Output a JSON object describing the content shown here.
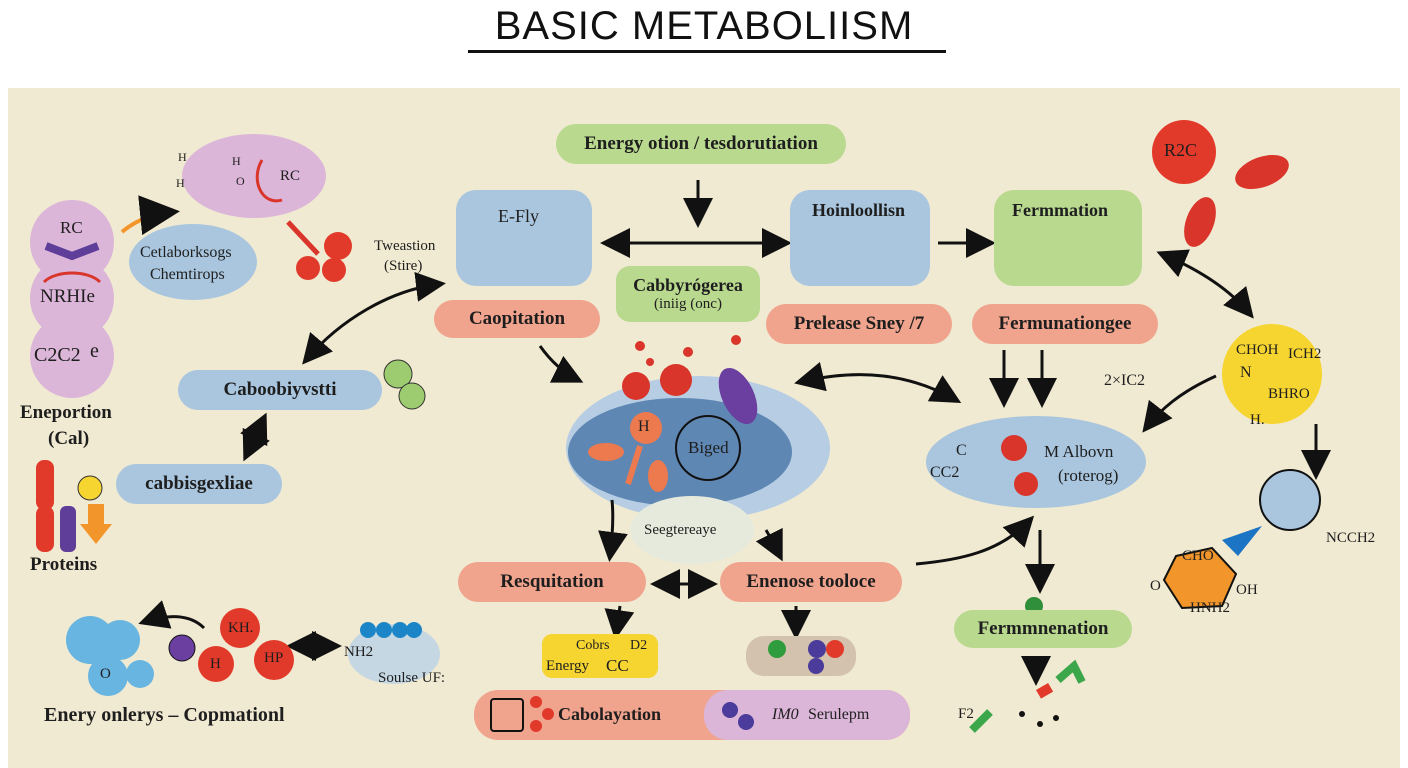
{
  "title": "BASIC  METABOLIISM",
  "nodes": {
    "energy_top": "Energy otion / tesdorutiation",
    "e_fly": "E-Fly",
    "hoinloollisn": "Hoinloollisn",
    "fermmation": "Fermmation",
    "cabbyrogera_line1": "Cabbyrógerea",
    "cabbyrogera_line2": "(iniig (onc)",
    "caopitation": "Caopitation",
    "prelease": "Prelease  Sney /7",
    "fermunationgee": "Fermunationgee",
    "tweastion_line1": "Tweastion",
    "tweastion_line2": "(Stire)",
    "caboobiyvstti": "Caboobiyvstti",
    "cabbisgexliae": "cabbisgexliae",
    "biged": "Biged",
    "h_label": "H",
    "seegtereaye": "Seegtereaye",
    "resquitation": "Resquitation",
    "enenose": "Enenose tooloce",
    "cobrs_line1": "Cobrs",
    "cobrs_d2": "D2",
    "energy_cc_1": "Energy",
    "energy_cc_2": "CC",
    "cabolayation": "Cabolayation",
    "serulepm": "Serulepm",
    "im0": "IM0",
    "fermnenation": "Fermmnenation",
    "m_albovn_line1": "M Albovn",
    "m_albovn_line2": "(roterog)",
    "cc2_line1": "C",
    "cc2_line2": "CC2",
    "x2ic2": "2×IC2",
    "r2c": "R2C",
    "choh": "CHOH",
    "ich2": "ICH2",
    "n_label": "N",
    "bhro": "BHRO",
    "h_dot": "H.",
    "ncch2": "NCCH2",
    "cho": "CHO",
    "oh": "OH",
    "o_label": "O",
    "nh2_ring": "HNH2",
    "f2": "F2",
    "rc_top_left": "RC",
    "nrhie": "NRHIe",
    "c2c2": "C2C2",
    "e_glyph": "e",
    "rc_molecule": "RC",
    "h_mol_1": "H",
    "h_mol_2": "H",
    "h_mol_3": "H",
    "o_mol": "O",
    "cetlaborksogs_line1": "Cetlaborksogs",
    "cetlaborksogs_line2": "Chemtirops",
    "eneportion_line1": "Eneportion",
    "eneportion_line2": "(Cal)",
    "proteins": "Proteins",
    "kh": "KH.",
    "h_red": "H",
    "hp": "HP",
    "nh2": "NH2",
    "o_blue": "O",
    "soulse": "Soulse UF:",
    "bottom_caption": "Enery onlerys – Copmationl"
  }
}
